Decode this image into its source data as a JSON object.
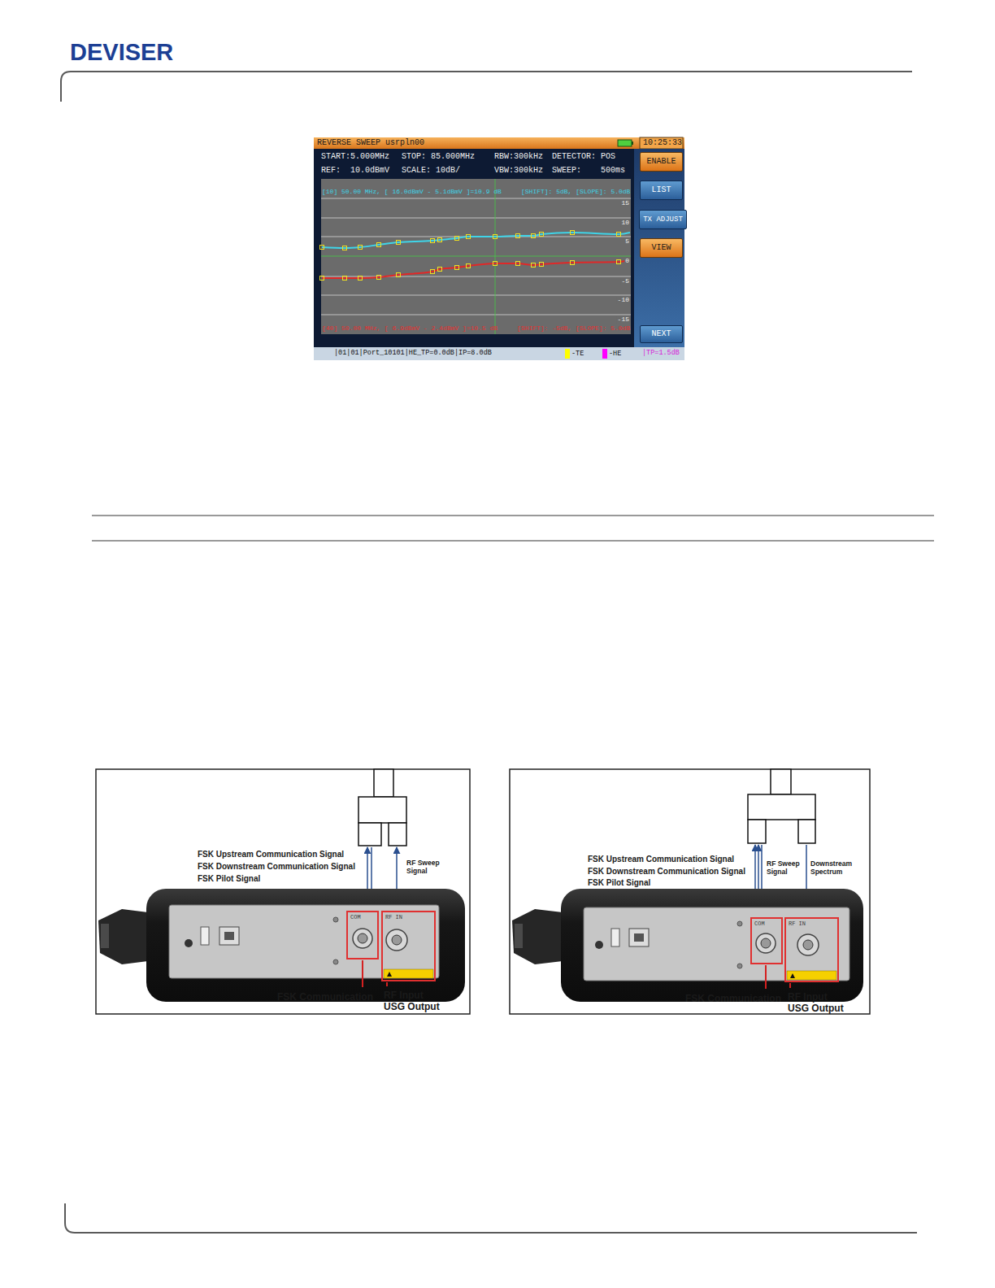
{
  "diagram": {
    "nodes": [
      {
        "text": [
          "ENABLE"
        ]
      },
      {
        "text": [
          "LIST"
        ]
      },
      {
        "text": [
          "TX ADJUST"
        ]
      },
      {
        "text": [
          "VIEW"
        ]
      },
      {
        "text": [
          "NEXT"
        ]
      },
      {
        "text": [
          "COM"
        ]
      },
      {
        "text": [
          "RF IN"
        ]
      },
      {
        "text": [
          "COM"
        ]
      },
      {
        "text": [
          "RF IN"
        ]
      }
    ],
    "labels": [
      "DEVISER",
      "REVERSE SWEEP",
      "usrpln00",
      "10:25:33",
      "START:5.000MHz",
      "STOP: 85.000MHz",
      "RBW:300kHz",
      "DETECTOR: POS",
      "REF:  10.0dBmV",
      "SCALE: 10dB/",
      "VBW:300kHz",
      "SWEEP:    500ms",
      "[10] 50.00 MHz, [ 16.0dBmV - 5.1dBmV ]=10.9 dB",
      "[SHIFT]: 5dB, [SLOPE]: 5.0dB",
      "15",
      "10",
      "5",
      "0",
      "-5",
      "-10",
      "-15",
      "[40] 50.00 MHz, [ 6.9dBmV - 2.4dBmV ]=10.5 dB",
      "[SHIFT]: -5dB, [SLOPE]: 5.0dB",
      "|01|01|Port_10101|HE_TP=0.0dB|IP=8.0dB",
      "|TP=1.5dB",
      "FSK Upstream Communication Signal",
      "FSK Downstream Communication Signal",
      "FSK Pilot Signal",
      "RF Sweep Signal",
      "FSK Communication",
      "RF Input USG Output",
      "FSK Upstream Communication Signal",
      "FSK Downstream Communication Signal",
      "FSK Pilot Signal",
      "RF Sweep Signal",
      "Downstream Spectrum",
      "FSK Communication",
      "RF Input USG Output"
    ],
    "legend": [
      {
        "text": "-TE",
        "color": "#ffff00"
      },
      {
        "text": "-HE",
        "color": "#ff00ff"
      }
    ]
  }
}
